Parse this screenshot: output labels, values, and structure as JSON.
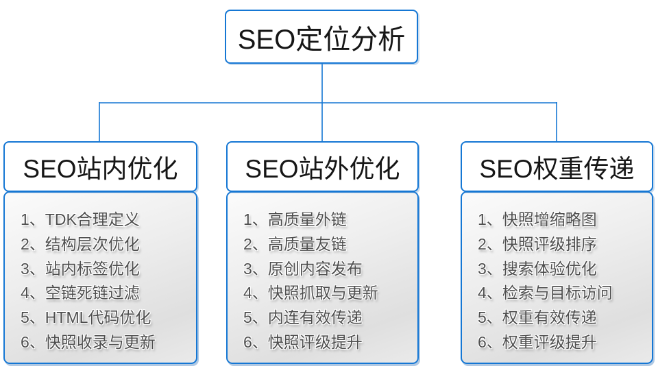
{
  "root": {
    "label": "SEO定位分析"
  },
  "columns": [
    {
      "title": "SEO站内优化",
      "items": [
        "1、TDK合理定义",
        "2、结构层次优化",
        "3、站内标签优化",
        "4、空链死链过滤",
        "5、HTML代码优化",
        "6、快照收录与更新"
      ]
    },
    {
      "title": "SEO站外优化",
      "items": [
        "1、高质量外链",
        "2、高质量友链",
        "3、原创内容发布",
        "4、快照抓取与更新",
        "5、内连有效传递",
        "6、快照评级提升"
      ]
    },
    {
      "title": "SEO权重传递",
      "items": [
        "1、快照增缩略图",
        "2、快照评级排序",
        "3、搜索体验优化",
        "4、检索与目标访问",
        "5、权重有效传递",
        "6、权重评级提升"
      ]
    }
  ],
  "colors": {
    "connector_and_border_blue": "#1577D4",
    "title_text": "#161616",
    "list_text": "#4e4e4e",
    "panel_gradient_top": "#fbfbfb",
    "panel_gradient_bottom": "#dfdfdf",
    "background": "#ffffff"
  }
}
